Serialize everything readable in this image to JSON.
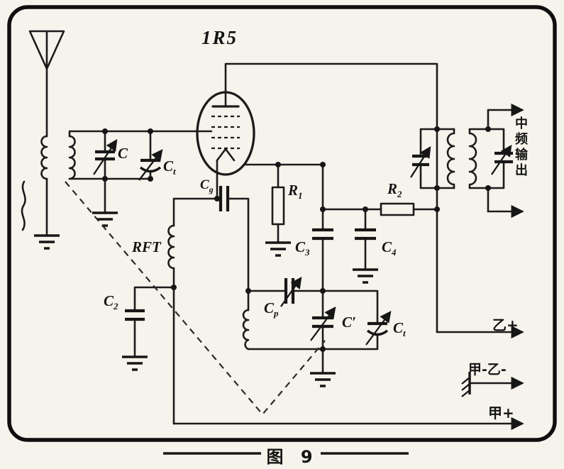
{
  "colors": {
    "ink": "#1b1b1b",
    "paper": "#f6f3ec"
  },
  "tube_label": "1R5",
  "caption": "图 9",
  "if_output_label": "中频输出",
  "power_labels": {
    "b_plus": "乙+",
    "a_minus_b_minus": "甲-乙-",
    "a_plus": "甲+"
  },
  "components": {
    "c_main": {
      "main": "C",
      "sub": ""
    },
    "ct_ant": {
      "main": "C",
      "sub": "t"
    },
    "cg": {
      "main": "C",
      "sub": "g"
    },
    "rft": {
      "main": "RFT",
      "sub": ""
    },
    "r1": {
      "main": "R",
      "sub": "1"
    },
    "r2": {
      "main": "R",
      "sub": "2"
    },
    "c2": {
      "main": "C",
      "sub": "2"
    },
    "c3": {
      "main": "C",
      "sub": "3"
    },
    "c4": {
      "main": "C",
      "sub": "4"
    },
    "cp": {
      "main": "C",
      "sub": "p"
    },
    "c_prime": {
      "main": "C′",
      "sub": ""
    },
    "ct_osc": {
      "main": "C",
      "sub": "t"
    }
  }
}
